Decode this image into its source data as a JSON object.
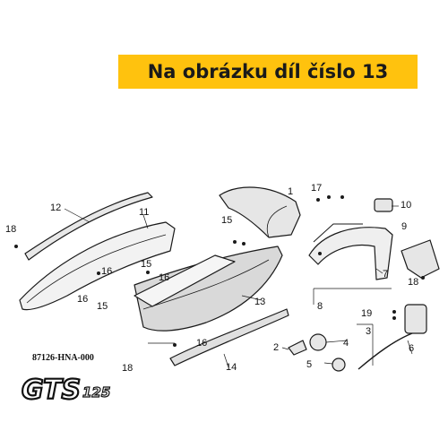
{
  "banner": {
    "text": "Na obrázku díl číslo 13",
    "color": "#ffc20e"
  },
  "part_number": "87126-HNA-000",
  "logo": {
    "main": "GTS",
    "sub": "125"
  },
  "callouts": {
    "c1": "1",
    "c2": "2",
    "c3": "3",
    "c4": "4",
    "c5": "5",
    "c6": "6",
    "c7": "7",
    "c8": "8",
    "c9": "9",
    "c10": "10",
    "c11": "11",
    "c12": "12",
    "c13": "13",
    "c14": "14",
    "c15a": "15",
    "c15b": "15",
    "c15c": "15",
    "c16a": "16",
    "c16b": "16",
    "c16c": "16",
    "c16d": "16",
    "c17": "17",
    "c18a": "18",
    "c18b": "18",
    "c18c": "18",
    "c19": "19"
  }
}
